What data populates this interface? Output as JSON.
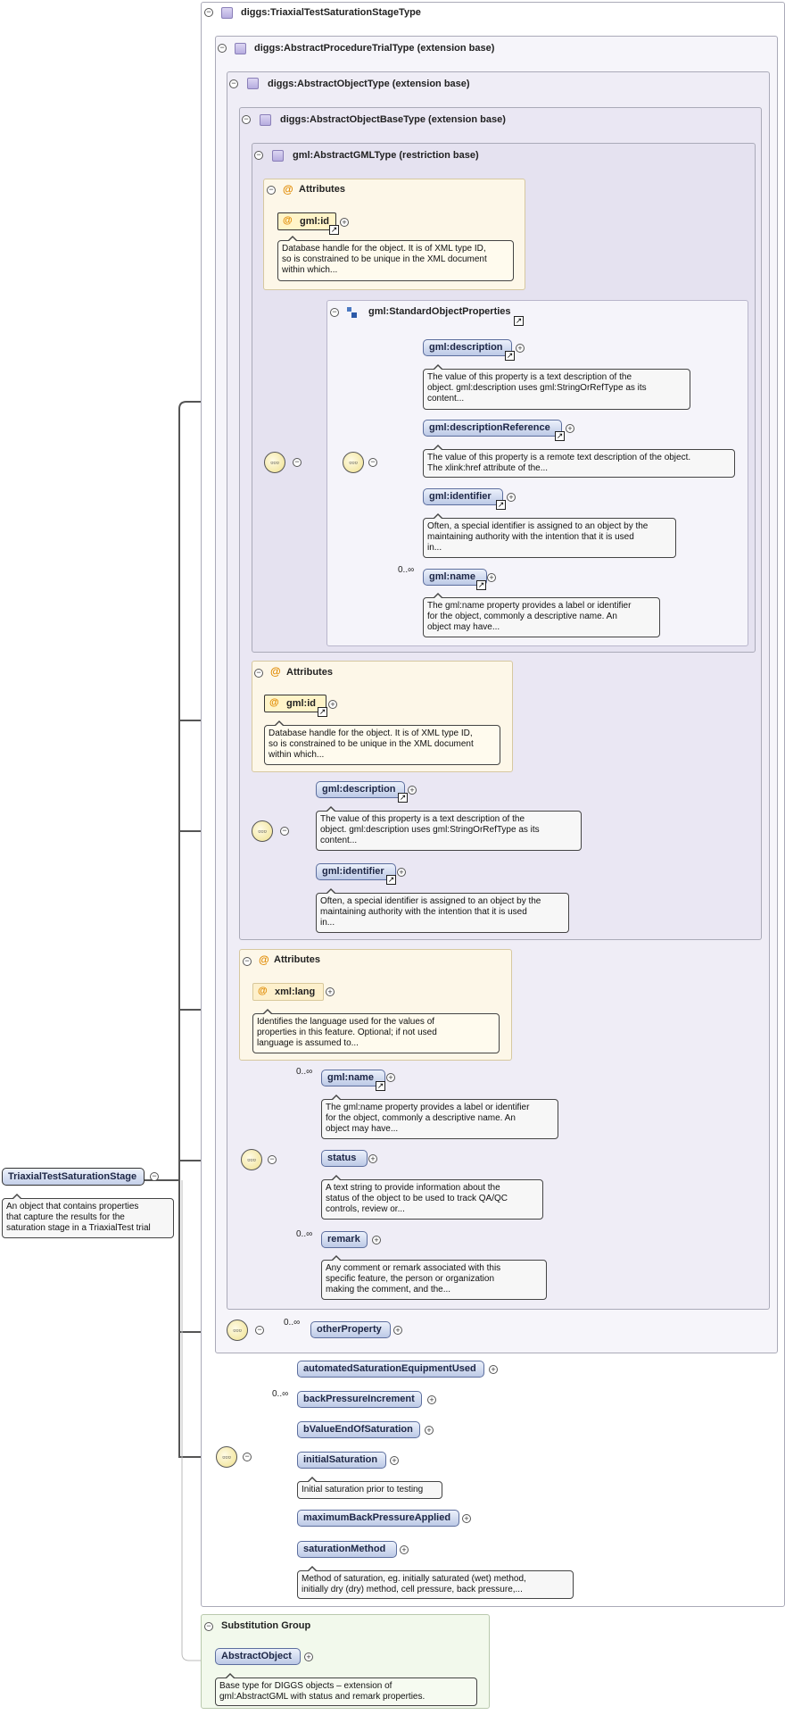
{
  "root": {
    "name": "TriaxialTestSaturationStage",
    "doc": "An object that contains properties\nthat capture the results for the\nsaturation stage in a TriaxialTest trial"
  },
  "types": {
    "t0": "diggs:TriaxialTestSaturationStageType",
    "t1": "diggs:AbstractProcedureTrialType (extension base)",
    "t2": "diggs:AbstractObjectType (extension base)",
    "t3": "diggs:AbstractObjectBaseType (extension base)",
    "t4": "gml:AbstractGMLType (restriction base)"
  },
  "attributes_title": "Attributes",
  "at_symbol": "@",
  "gml_attr": {
    "name": "gml:id",
    "doc": "Database handle for the object. It is of XML type ID,\nso is constrained to be unique in the XML document\nwithin which..."
  },
  "lang_attr": {
    "name": "xml:lang",
    "doc": "Identifies the language used for the values of\nproperties in this feature. Optional; if not used\nlanguage is assumed to..."
  },
  "group_name": "gml:StandardObjectProperties",
  "elements": {
    "description": {
      "name": "gml:description",
      "doc": "The value of this property is a text description of the\nobject. gml:description uses gml:StringOrRefType as its\ncontent..."
    },
    "descriptionReference": {
      "name": "gml:descriptionReference",
      "doc": "The value of this property is a remote text description of the object.\nThe xlink:href attribute of the..."
    },
    "identifier": {
      "name": "gml:identifier",
      "doc": "Often, a special identifier is assigned to an object by the\nmaintaining authority with the intention that it is used\nin..."
    },
    "name": {
      "name": "gml:name",
      "doc": "The gml:name property provides a label or identifier\nfor the object, commonly a descriptive name. An\nobject may have..."
    },
    "status": {
      "name": "status",
      "doc": "A text string to provide information about the\nstatus of the object to be used to track QA/QC\ncontrols, review or..."
    },
    "remark": {
      "name": "remark",
      "doc": "Any comment or remark associated with this\nspecific feature, the person or organization\nmaking the comment, and the..."
    },
    "otherProperty": {
      "name": "otherProperty"
    },
    "automatedSaturationEquipmentUsed": {
      "name": "automatedSaturationEquipmentUsed"
    },
    "backPressureIncrement": {
      "name": "backPressureIncrement"
    },
    "bValueEndOfSaturation": {
      "name": "bValueEndOfSaturation"
    },
    "initialSaturation": {
      "name": "initialSaturation",
      "doc": "Initial saturation prior to testing"
    },
    "maximumBackPressureApplied": {
      "name": "maximumBackPressureApplied"
    },
    "saturationMethod": {
      "name": "saturationMethod",
      "doc": "Method of saturation, eg. initially saturated (wet) method,\ninitially dry (dry) method, cell pressure, back pressure,..."
    }
  },
  "cardinality_unbounded": "0..∞",
  "substitution": {
    "title": "Substitution Group",
    "name": "AbstractObject",
    "doc": "Base type for DIGGS objects – extension of\ngml:AbstractGML with status and remark properties."
  },
  "glyphs": {
    "collapse": "−",
    "expand": "+",
    "link": "↗"
  },
  "icons": {
    "type": "complex-type-icon",
    "group": "model-group-icon",
    "sequence": "sequence-compositor-icon"
  },
  "colors": {
    "type_panel": "#f0eef7",
    "attr_panel": "#fdf7e8",
    "element": "#c8d4ec",
    "subst_panel": "#f2f9ec"
  }
}
